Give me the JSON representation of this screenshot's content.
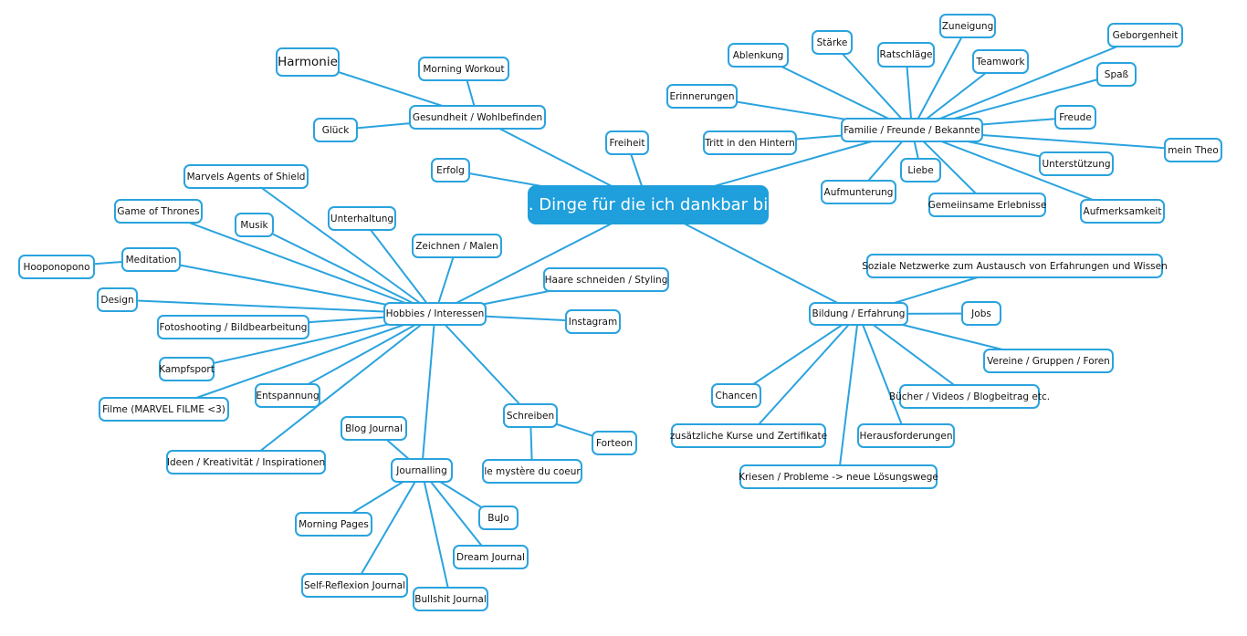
{
  "colors": {
    "line": "#2aa3de",
    "root_fill": "#1f9fdc"
  },
  "nodes": [
    {
      "id": "root",
      "label": "... Dinge für die ich dankbar bin",
      "parent": null
    },
    {
      "id": "gesundheit",
      "label": "Gesundheit / Wohlbefinden",
      "parent": "root"
    },
    {
      "id": "harmonie",
      "label": "Harmonie",
      "parent": "gesundheit"
    },
    {
      "id": "workout",
      "label": "Morning Workout",
      "parent": "gesundheit"
    },
    {
      "id": "glueck",
      "label": "Glück",
      "parent": "gesundheit"
    },
    {
      "id": "freiheit",
      "label": "Freiheit",
      "parent": "root"
    },
    {
      "id": "erfolg",
      "label": "Erfolg",
      "parent": "root"
    },
    {
      "id": "familie",
      "label": "Familie / Freunde / Bekannte",
      "parent": "root"
    },
    {
      "id": "ablenkung",
      "label": "Ablenkung",
      "parent": "familie"
    },
    {
      "id": "staerke",
      "label": "Stärke",
      "parent": "familie"
    },
    {
      "id": "ratschlaege",
      "label": "Ratschläge",
      "parent": "familie"
    },
    {
      "id": "zuneigung",
      "label": "Zuneigung",
      "parent": "familie"
    },
    {
      "id": "teamwork",
      "label": "Teamwork",
      "parent": "familie"
    },
    {
      "id": "geborgenheit",
      "label": "Geborgenheit",
      "parent": "familie"
    },
    {
      "id": "spass",
      "label": "Spaß",
      "parent": "familie"
    },
    {
      "id": "erinnerungen",
      "label": "Erinnerungen",
      "parent": "familie"
    },
    {
      "id": "freude",
      "label": "Freude",
      "parent": "familie"
    },
    {
      "id": "tritt",
      "label": "Tritt in den Hintern",
      "parent": "familie"
    },
    {
      "id": "theo",
      "label": "mein Theo",
      "parent": "familie"
    },
    {
      "id": "unterstuetzung",
      "label": "Unterstützung",
      "parent": "familie"
    },
    {
      "id": "liebe",
      "label": "Liebe",
      "parent": "familie"
    },
    {
      "id": "aufmunterung",
      "label": "Aufmunterung",
      "parent": "familie"
    },
    {
      "id": "erlebnisse",
      "label": "Gemeiinsame Erlebnisse",
      "parent": "familie"
    },
    {
      "id": "aufmerksamkeit",
      "label": "Aufmerksamkeit",
      "parent": "familie"
    },
    {
      "id": "bildung",
      "label": "Bildung / Erfahrung",
      "parent": "root"
    },
    {
      "id": "soziale",
      "label": "Soziale Netzwerke zum Austausch von Erfahrungen und Wissen",
      "parent": "bildung"
    },
    {
      "id": "jobs",
      "label": "Jobs",
      "parent": "bildung"
    },
    {
      "id": "vereine",
      "label": "Vereine / Gruppen /  Foren",
      "parent": "bildung"
    },
    {
      "id": "chancen",
      "label": "Chancen",
      "parent": "bildung"
    },
    {
      "id": "buecher",
      "label": "Bücher / Videos / Blogbeitrag etc.",
      "parent": "bildung"
    },
    {
      "id": "kurse",
      "label": "zusätzliche Kurse und Zertifikate",
      "parent": "bildung"
    },
    {
      "id": "herausforderungen",
      "label": "Herausforderungen",
      "parent": "bildung"
    },
    {
      "id": "kriesen",
      "label": "Kriesen / Probleme -> neue Lösungswege",
      "parent": "bildung"
    },
    {
      "id": "hobbies",
      "label": "Hobbies / Interessen",
      "parent": "root"
    },
    {
      "id": "marvels",
      "label": "Marvels Agents of Shield",
      "parent": "hobbies"
    },
    {
      "id": "got",
      "label": "Game of Thrones",
      "parent": "hobbies"
    },
    {
      "id": "musik",
      "label": "Musik",
      "parent": "hobbies"
    },
    {
      "id": "unterhaltung",
      "label": "Unterhaltung",
      "parent": "hobbies"
    },
    {
      "id": "zeichnen",
      "label": "Zeichnen / Malen",
      "parent": "hobbies"
    },
    {
      "id": "haare",
      "label": "Haare schneiden / Styling",
      "parent": "hobbies"
    },
    {
      "id": "meditation",
      "label": "Meditation",
      "parent": "hobbies"
    },
    {
      "id": "hooponopono",
      "label": "Hooponopono",
      "parent": "meditation"
    },
    {
      "id": "design",
      "label": "Design",
      "parent": "hobbies"
    },
    {
      "id": "foto",
      "label": "Fotoshooting / Bildbearbeitung",
      "parent": "hobbies"
    },
    {
      "id": "instagram",
      "label": "Instagram",
      "parent": "hobbies"
    },
    {
      "id": "kampfsport",
      "label": "Kampfsport",
      "parent": "hobbies"
    },
    {
      "id": "entspannung",
      "label": "Entspannung",
      "parent": "hobbies"
    },
    {
      "id": "filme",
      "label": "Filme (MARVEL FILME <3)",
      "parent": "hobbies"
    },
    {
      "id": "ideen",
      "label": "Ideen / Kreativität / Inspirationen",
      "parent": "hobbies"
    },
    {
      "id": "schreiben",
      "label": "Schreiben",
      "parent": "hobbies"
    },
    {
      "id": "forteon",
      "label": "Forteon",
      "parent": "schreiben"
    },
    {
      "id": "mystere",
      "label": "le mystère du coeur",
      "parent": "schreiben"
    },
    {
      "id": "journalling",
      "label": "Journalling",
      "parent": "hobbies"
    },
    {
      "id": "blog",
      "label": "Blog Journal",
      "parent": "journalling"
    },
    {
      "id": "pages",
      "label": "Morning Pages",
      "parent": "journalling"
    },
    {
      "id": "bujo",
      "label": "BuJo",
      "parent": "journalling"
    },
    {
      "id": "dream",
      "label": "Dream Journal",
      "parent": "journalling"
    },
    {
      "id": "self",
      "label": "Self-Reflexion Journal",
      "parent": "journalling"
    },
    {
      "id": "bullshit",
      "label": "Bullshit Journal",
      "parent": "journalling"
    }
  ]
}
